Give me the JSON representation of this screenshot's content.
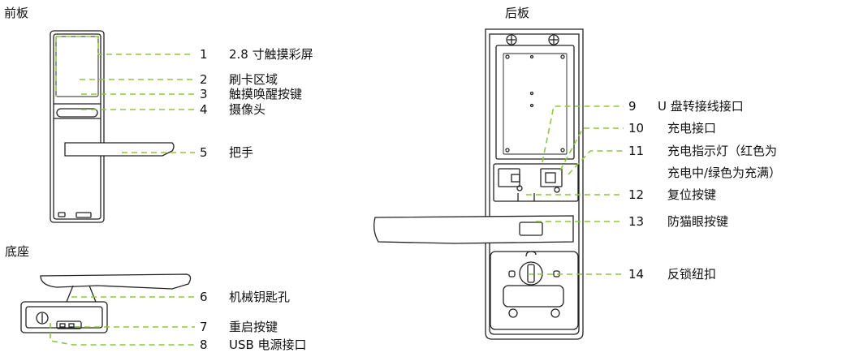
{
  "sections": {
    "front": "前板",
    "back": "后板",
    "base": "底座"
  },
  "callouts": [
    {
      "num": "1",
      "label": "2.8 寸触摸彩屏"
    },
    {
      "num": "2",
      "label": "刷卡区域"
    },
    {
      "num": "3",
      "label": "触摸唤醒按键"
    },
    {
      "num": "4",
      "label": "摄像头"
    },
    {
      "num": "5",
      "label": "把手"
    },
    {
      "num": "6",
      "label": "机械钥匙孔"
    },
    {
      "num": "7",
      "label": "重启按键"
    },
    {
      "num": "8",
      "label": "USB 电源接口"
    },
    {
      "num": "9",
      "label": "U 盘转接线接口"
    },
    {
      "num": "10",
      "label": "充电接口"
    },
    {
      "num": "11",
      "label": "充电指示灯（红色为",
      "label2": "充电中/绿色为充满）"
    },
    {
      "num": "12",
      "label": "复位按键"
    },
    {
      "num": "13",
      "label": "防猫眼按键"
    },
    {
      "num": "14",
      "label": "反锁纽扣"
    }
  ],
  "colors": {
    "callout_line": "#8dc63f",
    "device_stroke": "#222222"
  }
}
